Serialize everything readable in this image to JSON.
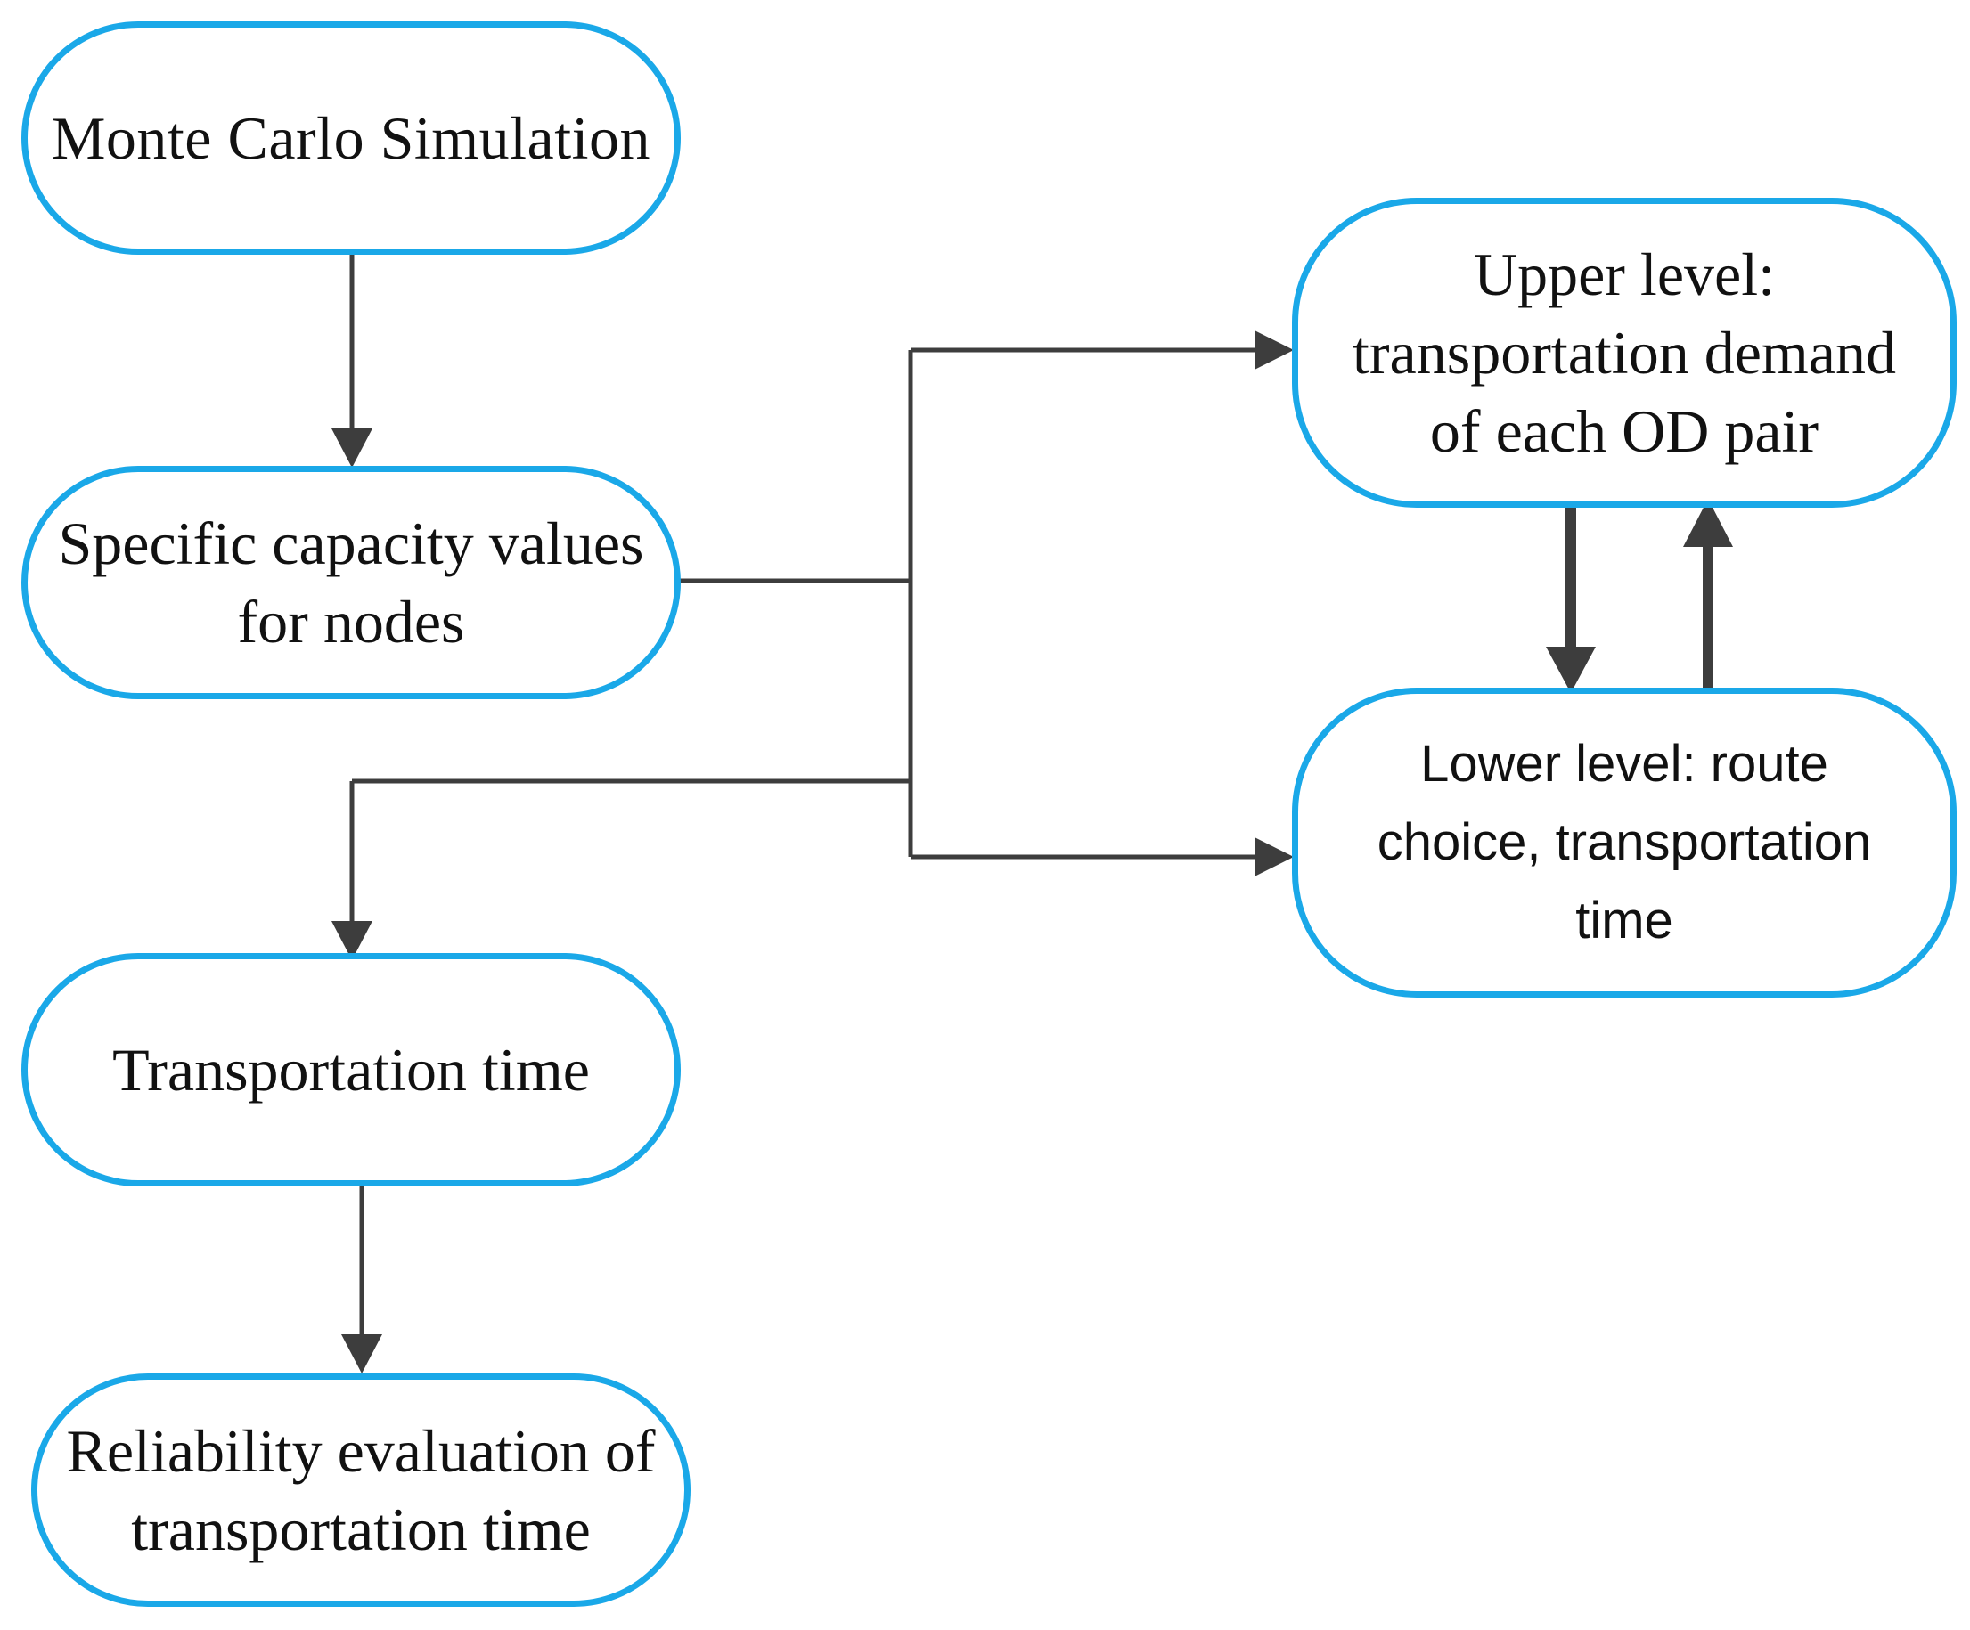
{
  "diagram": {
    "nodes": {
      "monte_carlo": "Monte Carlo Simulation",
      "capacity": "Specific capacity values\nfor nodes",
      "upper_level": "Upper level:\ntransportation demand\nof each OD pair",
      "lower_level": "Lower level: route\nchoice, transportation\ntime",
      "transport_time": "Transportation time",
      "reliability": "Reliability evaluation of\ntransportation time"
    },
    "colors": {
      "node_border": "#1aa8e8",
      "arrow": "#3d3d3d",
      "text": "#111111"
    }
  }
}
